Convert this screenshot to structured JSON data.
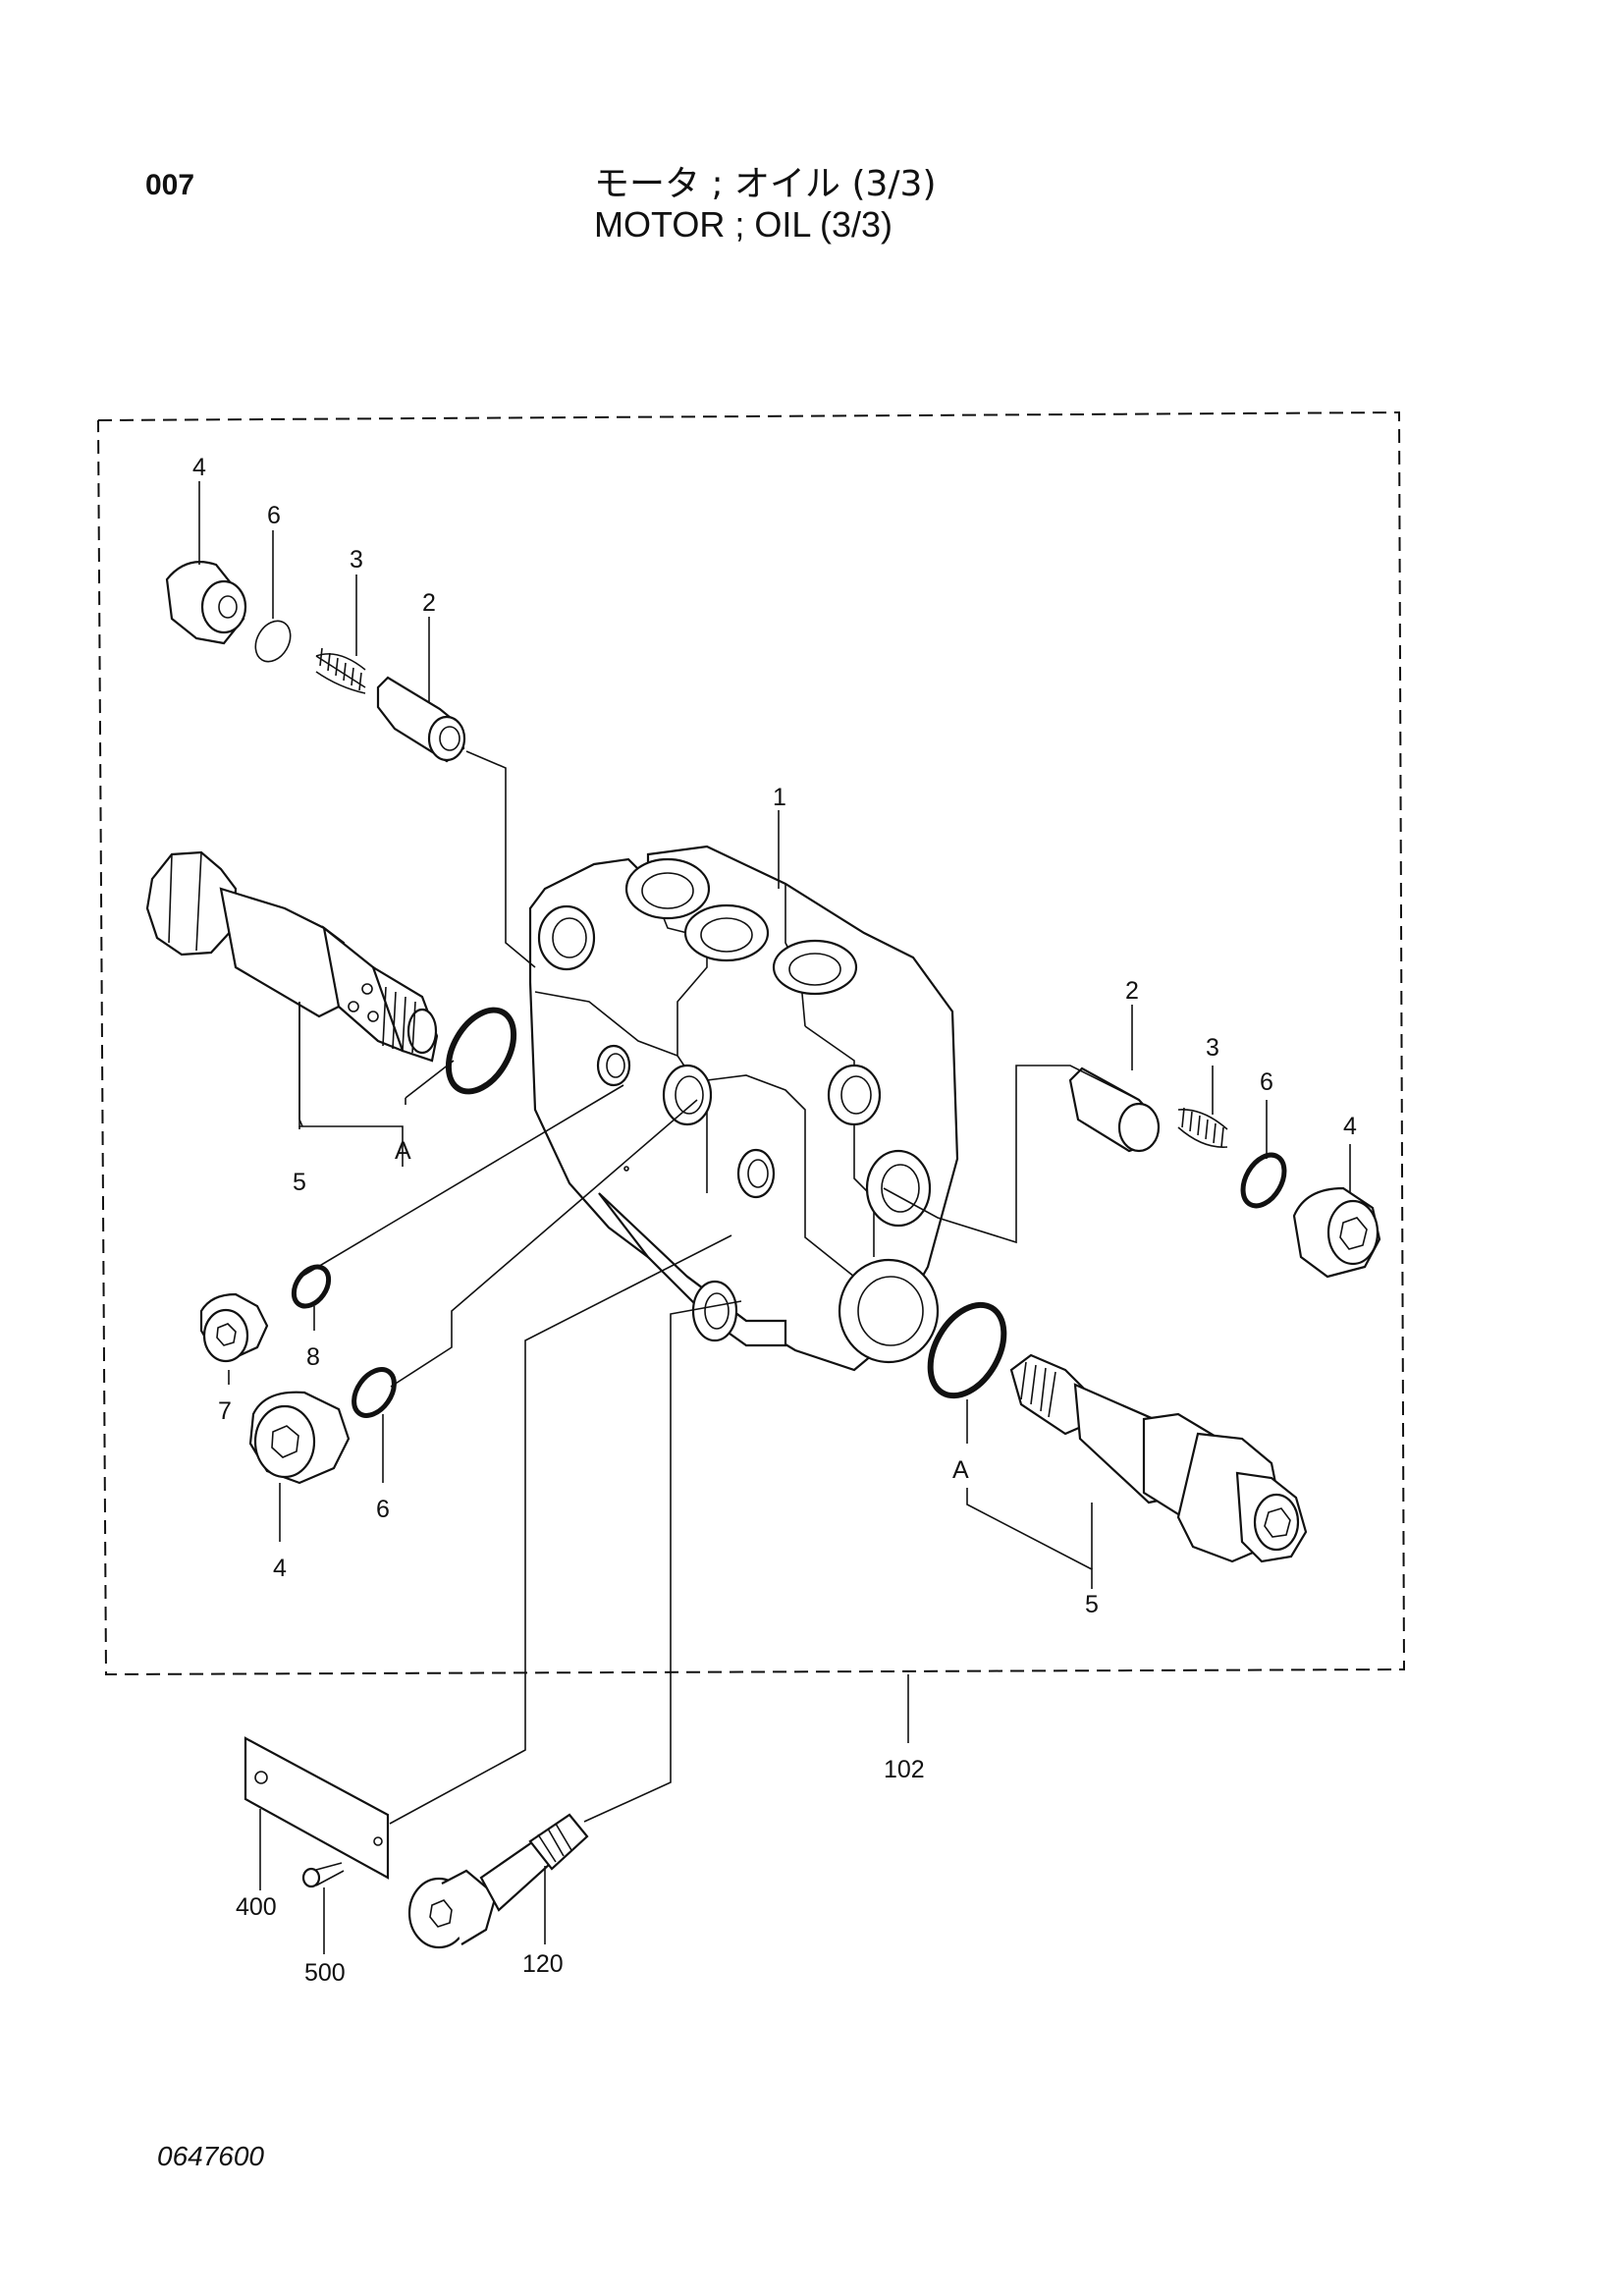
{
  "header": {
    "page_number": "007",
    "title_jp": "モータ ; オイル (3/3)",
    "title_en": "MOTOR ; OIL (3/3)"
  },
  "callouts": {
    "c1": "1",
    "c2_left": "2",
    "c2_right": "2",
    "c3_left": "3",
    "c3_right": "3",
    "c4_top_left": "4",
    "c4_right": "4",
    "c4_bottom": "4",
    "c5_left": "5",
    "c5_right": "5",
    "c6_top_left": "6",
    "c6_right": "6",
    "c6_bottom": "6",
    "c7": "7",
    "c8": "8",
    "a_left": "A",
    "a_right": "A",
    "c102": "102",
    "c120": "120",
    "c400": "400",
    "c500": "500"
  },
  "footer": {
    "drawing_number": "0647600"
  }
}
